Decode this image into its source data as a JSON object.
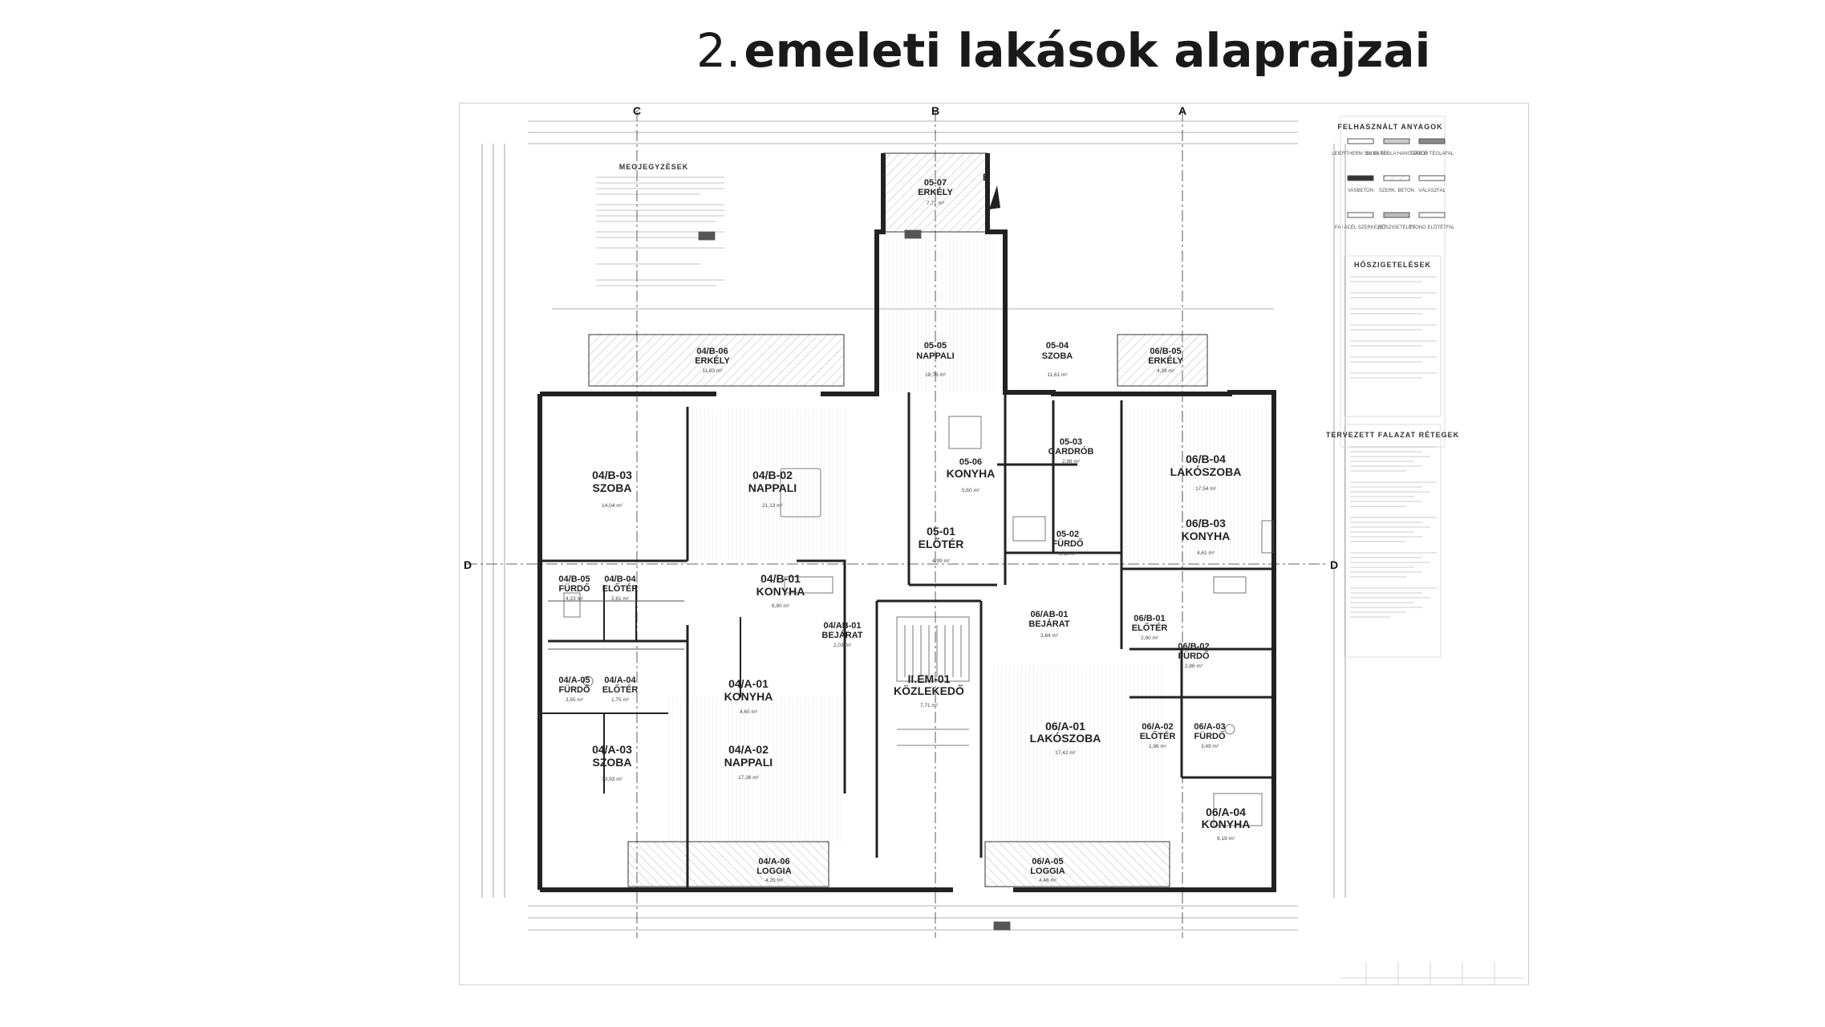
{
  "title": {
    "number": "2.",
    "text": "emeleti lakások alaprajzai"
  },
  "axes": {
    "top": [
      "C",
      "B",
      "A"
    ],
    "side": [
      "D",
      "D"
    ]
  },
  "notes_heading": "MEGJEGYZÉSEK",
  "materials_heading": "FELHASZNÁLT ANYAGOK",
  "materials": [
    "LEIERTHERM 30 / 25 N+F",
    "SILKA TÉGLA HANGGÁTLÓ",
    "TÖMÖR TÉGLAFAL",
    "VASBETON",
    "SZERK. BETON",
    "VÁLASZFAL",
    "FA / ACÉL SZERKEZET",
    "HŐSZIGETELÉS",
    "YTONG ELŐTÉTFAL"
  ],
  "insulation_heading": "HŐSZIGETELÉSEK",
  "layers_heading": "TERVEZETT FALAZAT RÉTEGEK",
  "rooms": [
    {
      "id": "05-07",
      "name": "ERKÉLY",
      "area": "7,71 m²"
    },
    {
      "id": "04/B-06",
      "name": "ERKÉLY",
      "area": "11,63 m²"
    },
    {
      "id": "05-05",
      "name": "NAPPALI",
      "area": "18,76 m²"
    },
    {
      "id": "05-04",
      "name": "SZOBA",
      "area": "11,61 m²"
    },
    {
      "id": "06/B-05",
      "name": "ERKÉLY",
      "area": "4,39 m²"
    },
    {
      "id": "04/B-03",
      "name": "SZOBA",
      "area": "14,04 m²"
    },
    {
      "id": "04/B-02",
      "name": "NAPPALI",
      "area": "21,13 m²"
    },
    {
      "id": "05-06",
      "name": "KONYHA",
      "area": "5,60 m²"
    },
    {
      "id": "05-03",
      "name": "GARDRÓB",
      "area": "2,98 m²"
    },
    {
      "id": "06/B-04",
      "name": "LAKÓSZOBA",
      "area": "17,54 m²"
    },
    {
      "id": "05-01",
      "name": "ELŐTÉR",
      "area": "4,99 m²"
    },
    {
      "id": "05-02",
      "name": "FÜRDŐ",
      "area": "5,12 m²"
    },
    {
      "id": "06/B-03",
      "name": "KONYHA",
      "area": "4,61 m²"
    },
    {
      "id": "04/B-05",
      "name": "FÜRDŐ",
      "area": "4,23 m²"
    },
    {
      "id": "04/B-04",
      "name": "ELŐTÉR",
      "area": "2,61 m²"
    },
    {
      "id": "04/B-01",
      "name": "KONYHA",
      "area": "6,90 m²"
    },
    {
      "id": "06/AB-01",
      "name": "BEJÁRAT",
      "area": "3,64 m²"
    },
    {
      "id": "06/B-01",
      "name": "ELŐTÉR",
      "area": "2,90 m²"
    },
    {
      "id": "04/AB-01",
      "name": "BEJÁRAT",
      "area": "2,03 m²"
    },
    {
      "id": "06/B-02",
      "name": "FÜRDŐ",
      "area": "2,86 m²"
    },
    {
      "id": "04/A-05",
      "name": "FÜRDŐ",
      "area": "3,55 m²"
    },
    {
      "id": "04/A-04",
      "name": "ELŐTÉR",
      "area": "1,75 m²"
    },
    {
      "id": "04/A-01",
      "name": "KONYHA",
      "area": "4,60 m²"
    },
    {
      "id": "II.EM-01",
      "name": "KÖZLEKEDŐ",
      "area": "7,71 m²"
    },
    {
      "id": "06/A-01",
      "name": "LAKÓSZOBA",
      "area": "17,42 m²"
    },
    {
      "id": "06/A-02",
      "name": "ELŐTÉR",
      "area": "1,96 m²"
    },
    {
      "id": "06/A-03",
      "name": "FÜRDŐ",
      "area": "3,49 m²"
    },
    {
      "id": "04/A-03",
      "name": "SZOBA",
      "area": "13,93 m²"
    },
    {
      "id": "04/A-02",
      "name": "NAPPALI",
      "area": "17,36 m²"
    },
    {
      "id": "06/A-04",
      "name": "KONYHA",
      "area": "9,19 m²"
    },
    {
      "id": "04/A-06",
      "name": "LOGGIA",
      "area": "4,20 m²"
    },
    {
      "id": "06/A-05",
      "name": "LOGGIA",
      "area": "4,46 m²"
    }
  ]
}
